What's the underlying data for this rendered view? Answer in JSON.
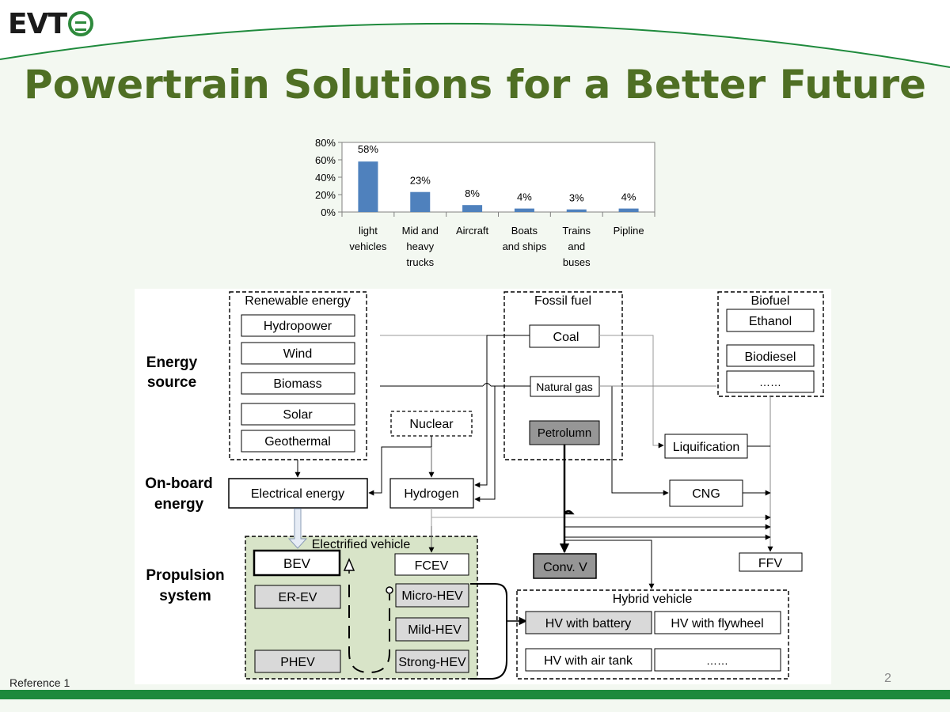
{
  "logo": {
    "text": "EVT"
  },
  "title": "Powertrain Solutions for a Better Future",
  "chart_data": {
    "type": "bar",
    "categories": [
      "light vehicles",
      "Mid and heavy trucks",
      "Aircraft",
      "Boats and ships",
      "Trains and buses",
      "Pipline"
    ],
    "category_lines": [
      [
        "light",
        "vehicles"
      ],
      [
        "Mid and",
        "heavy",
        "trucks"
      ],
      [
        "Aircraft"
      ],
      [
        "Boats",
        "and ships"
      ],
      [
        "Trains",
        "and",
        "buses"
      ],
      [
        "Pipline"
      ]
    ],
    "values": [
      58,
      23,
      8,
      4,
      3,
      4
    ],
    "data_labels": [
      "58%",
      "23%",
      "8%",
      "4%",
      "3%",
      "4%"
    ],
    "y_ticks": [
      "0%",
      "20%",
      "40%",
      "60%",
      "80%"
    ],
    "ylim": [
      0,
      80
    ],
    "bar_color": "#4f81bd",
    "title": "",
    "xlabel": "",
    "ylabel": ""
  },
  "diagram": {
    "row_labels": {
      "energy_source": [
        "Energy",
        "source"
      ],
      "onboard_energy": [
        "On-board",
        "energy"
      ],
      "propulsion_system": [
        "Propulsion",
        "system"
      ]
    },
    "groups": {
      "renewable": "Renewable energy",
      "fossil": "Fossil fuel",
      "biofuel": "Biofuel",
      "electrified": "Electrified vehicle",
      "hybrid": "Hybrid vehicle"
    },
    "renewable_items": [
      "Hydropower",
      "Wind",
      "Biomass",
      "Solar",
      "Geothermal"
    ],
    "fossil_items": {
      "coal": "Coal",
      "natural_gas": "Natural gas",
      "petroleum": "Petrolumn"
    },
    "biofuel_items": [
      "Ethanol",
      "Biodiesel",
      "……"
    ],
    "nuclear": "Nuclear",
    "onboard": {
      "electrical": "Electrical energy",
      "hydrogen": "Hydrogen",
      "liquification": "Liquification",
      "cng": "CNG"
    },
    "vehicles": {
      "bev": "BEV",
      "fcev": "FCEV",
      "er_ev": "ER-EV",
      "phev": "PHEV",
      "micro_hev": "Micro-HEV",
      "mild_hev": "Mild-HEV",
      "strong_hev": "Strong-HEV",
      "conv_v": "Conv. V",
      "ffv": "FFV"
    },
    "hybrid_items": [
      "HV with battery",
      "HV with flywheel",
      "HV with air tank",
      "……"
    ],
    "colors": {
      "electrified_bg": "#d8e4c8",
      "gray_box": "#d9d9d9",
      "dark_box": "#969696"
    }
  },
  "footer": {
    "reference": "Reference  1",
    "page_number": "2"
  }
}
